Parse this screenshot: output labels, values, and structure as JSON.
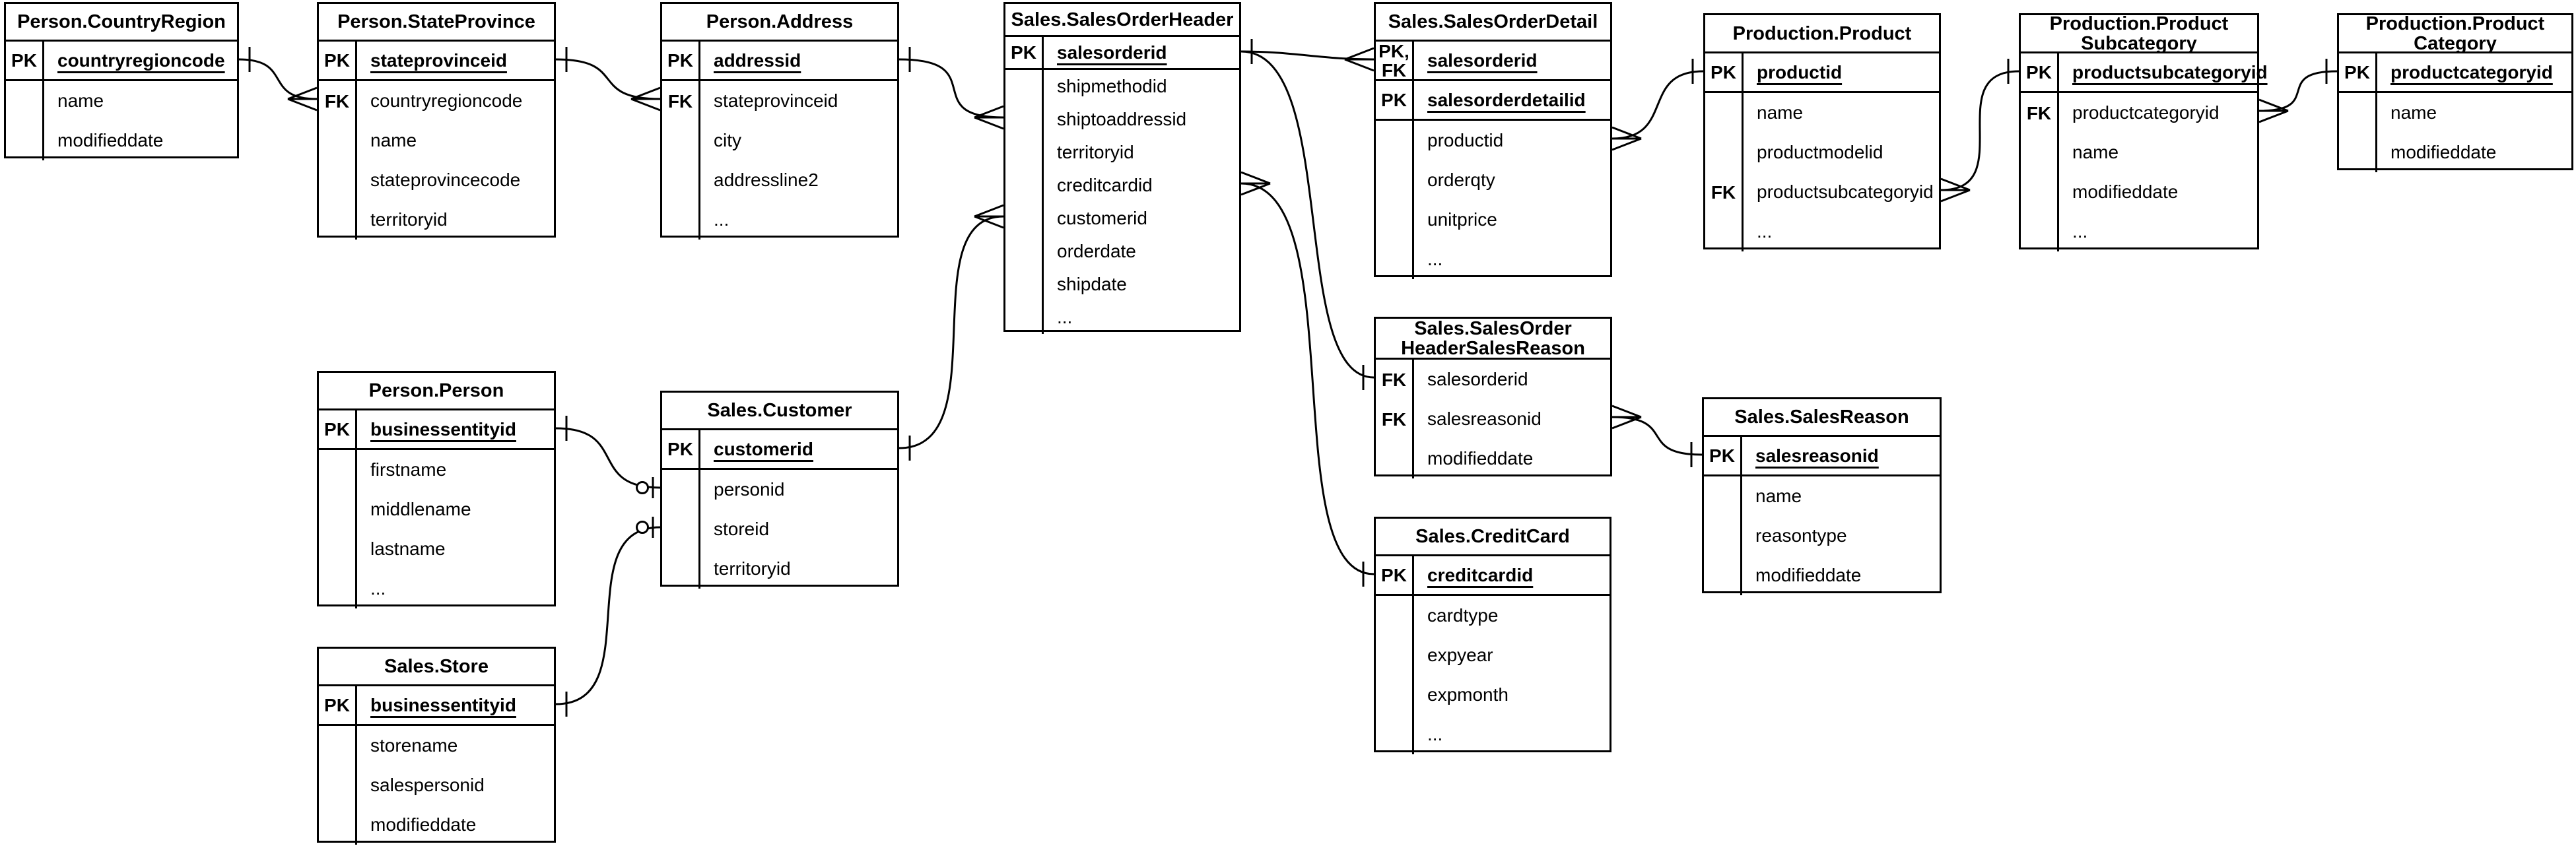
{
  "diagram": {
    "background_color": "#ffffff",
    "line_color": "#000000",
    "notation": "crows-foot",
    "entities": [
      {
        "id": "countryregion",
        "title": "Person.CountryRegion",
        "title_lines": [
          "Person.CountryRegion"
        ],
        "rows": [
          {
            "key": "PK",
            "name": "countryregioncode",
            "pk": true
          },
          {
            "key": "",
            "name": "name"
          },
          {
            "key": "",
            "name": "modifieddate"
          }
        ]
      },
      {
        "id": "stateprovince",
        "title": "Person.StateProvince",
        "title_lines": [
          "Person.StateProvince"
        ],
        "rows": [
          {
            "key": "PK",
            "name": "stateprovinceid",
            "pk": true
          },
          {
            "key": "FK",
            "name": "countryregioncode"
          },
          {
            "key": "",
            "name": "name"
          },
          {
            "key": "",
            "name": "stateprovincecode"
          },
          {
            "key": "",
            "name": "territoryid"
          }
        ]
      },
      {
        "id": "address",
        "title": "Person.Address",
        "title_lines": [
          "Person.Address"
        ],
        "rows": [
          {
            "key": "PK",
            "name": "addressid",
            "pk": true
          },
          {
            "key": "FK",
            "name": "stateprovinceid"
          },
          {
            "key": "",
            "name": "city"
          },
          {
            "key": "",
            "name": "addressline2"
          },
          {
            "key": "",
            "name": "..."
          }
        ]
      },
      {
        "id": "salesorderheader",
        "title": "Sales.SalesOrderHeader",
        "title_lines": [
          "Sales.SalesOrderHeader"
        ],
        "rows": [
          {
            "key": "PK",
            "name": "salesorderid",
            "pk": true
          },
          {
            "key": "",
            "name": "shipmethodid"
          },
          {
            "key": "",
            "name": "shiptoaddressid"
          },
          {
            "key": "",
            "name": "territoryid"
          },
          {
            "key": "",
            "name": "creditcardid"
          },
          {
            "key": "",
            "name": "customerid"
          },
          {
            "key": "",
            "name": "orderdate"
          },
          {
            "key": "",
            "name": "shipdate"
          },
          {
            "key": "",
            "name": "..."
          }
        ]
      },
      {
        "id": "salesorderdetail",
        "title": "Sales.SalesOrderDetail",
        "title_lines": [
          "Sales.SalesOrderDetail"
        ],
        "rows": [
          {
            "key": "PK,\nFK",
            "name": "salesorderid",
            "pk": true
          },
          {
            "key": "PK",
            "name": "salesorderdetailid",
            "pk": true
          },
          {
            "key": "",
            "name": "productid"
          },
          {
            "key": "",
            "name": "orderqty"
          },
          {
            "key": "",
            "name": "unitprice"
          },
          {
            "key": "",
            "name": "..."
          }
        ]
      },
      {
        "id": "product",
        "title": "Production.Product",
        "title_lines": [
          "Production.Product"
        ],
        "rows": [
          {
            "key": "PK",
            "name": "productid",
            "pk": true
          },
          {
            "key": "",
            "name": "name"
          },
          {
            "key": "",
            "name": "productmodelid"
          },
          {
            "key": "FK",
            "name": "productsubcategoryid"
          },
          {
            "key": "",
            "name": "..."
          }
        ]
      },
      {
        "id": "productsubcategory",
        "title": "Production.ProductSubcategory",
        "title_lines": [
          "Production.Product",
          "Subcategory"
        ],
        "rows": [
          {
            "key": "PK",
            "name": "productsubcategoryid",
            "pk": true
          },
          {
            "key": "FK",
            "name": "productcategoryid"
          },
          {
            "key": "",
            "name": "name"
          },
          {
            "key": "",
            "name": "modifieddate"
          },
          {
            "key": "",
            "name": "..."
          }
        ]
      },
      {
        "id": "productcategory",
        "title": "Production.ProductCategory",
        "title_lines": [
          "Production.Product",
          "Category"
        ],
        "rows": [
          {
            "key": "PK",
            "name": "productcategoryid",
            "pk": true
          },
          {
            "key": "",
            "name": "name"
          },
          {
            "key": "",
            "name": "modifieddate"
          }
        ]
      },
      {
        "id": "person",
        "title": "Person.Person",
        "title_lines": [
          "Person.Person"
        ],
        "rows": [
          {
            "key": "PK",
            "name": "businessentityid",
            "pk": true
          },
          {
            "key": "",
            "name": "firstname"
          },
          {
            "key": "",
            "name": "middlename"
          },
          {
            "key": "",
            "name": "lastname"
          },
          {
            "key": "",
            "name": "..."
          }
        ]
      },
      {
        "id": "customer",
        "title": "Sales.Customer",
        "title_lines": [
          "Sales.Customer"
        ],
        "rows": [
          {
            "key": "PK",
            "name": "customerid",
            "pk": true
          },
          {
            "key": "",
            "name": "personid"
          },
          {
            "key": "",
            "name": "storeid"
          },
          {
            "key": "",
            "name": "territoryid"
          }
        ]
      },
      {
        "id": "store",
        "title": "Sales.Store",
        "title_lines": [
          "Sales.Store"
        ],
        "rows": [
          {
            "key": "PK",
            "name": "businessentityid",
            "pk": true
          },
          {
            "key": "",
            "name": "storename"
          },
          {
            "key": "",
            "name": "salespersonid"
          },
          {
            "key": "",
            "name": "modifieddate"
          }
        ]
      },
      {
        "id": "salesorderheadersalesreason",
        "title": "Sales.SalesOrderHeaderSalesReason",
        "title_lines": [
          "Sales.SalesOrder",
          "HeaderSalesReason"
        ],
        "rows": [
          {
            "key": "FK",
            "name": "salesorderid"
          },
          {
            "key": "FK",
            "name": "salesreasonid"
          },
          {
            "key": "",
            "name": "modifieddate"
          }
        ]
      },
      {
        "id": "salesreason",
        "title": "Sales.SalesReason",
        "title_lines": [
          "Sales.SalesReason"
        ],
        "rows": [
          {
            "key": "PK",
            "name": "salesreasonid",
            "pk": true
          },
          {
            "key": "",
            "name": "name"
          },
          {
            "key": "",
            "name": "reasontype"
          },
          {
            "key": "",
            "name": "modifieddate"
          }
        ]
      },
      {
        "id": "creditcard",
        "title": "Sales.CreditCard",
        "title_lines": [
          "Sales.CreditCard"
        ],
        "rows": [
          {
            "key": "PK",
            "name": "creditcardid",
            "pk": true
          },
          {
            "key": "",
            "name": "cardtype"
          },
          {
            "key": "",
            "name": "expyear"
          },
          {
            "key": "",
            "name": "expmonth"
          },
          {
            "key": "",
            "name": "..."
          }
        ]
      }
    ],
    "relationships": [
      {
        "id": "r1",
        "from": "countryregion.countryregioncode",
        "to": "stateprovince.countryregioncode",
        "from_marker": "one",
        "to_marker": "many"
      },
      {
        "id": "r2",
        "from": "stateprovince.stateprovinceid",
        "to": "address.stateprovinceid",
        "from_marker": "one",
        "to_marker": "many"
      },
      {
        "id": "r3",
        "from": "address.addressid",
        "to": "salesorderheader.shiptoaddressid",
        "from_marker": "one",
        "to_marker": "many"
      },
      {
        "id": "r4",
        "from": "customer.customerid",
        "to": "salesorderheader.customerid",
        "from_marker": "one",
        "to_marker": "many"
      },
      {
        "id": "r5",
        "from": "salesorderheader.salesorderid",
        "to": "salesorderdetail.salesorderid",
        "from_marker": "one",
        "to_marker": "many"
      },
      {
        "id": "r6",
        "from": "salesorderheader.salesorderid",
        "to": "salesorderheadersalesreason.salesorderid",
        "from_marker": "none",
        "to_marker": "one"
      },
      {
        "id": "r7",
        "from": "salesorderheader.creditcardid",
        "to": "creditcard.creditcardid",
        "from_marker": "many",
        "to_marker": "one"
      },
      {
        "id": "r8",
        "from": "salesorderdetail.productid",
        "to": "product.productid",
        "from_marker": "many",
        "to_marker": "one"
      },
      {
        "id": "r9",
        "from": "product.productsubcategoryid",
        "to": "productsubcategory.productsubcategoryid",
        "from_marker": "many",
        "to_marker": "one"
      },
      {
        "id": "r10",
        "from": "productsubcategory.productcategoryid",
        "to": "productcategory.productcategoryid",
        "from_marker": "many",
        "to_marker": "one"
      },
      {
        "id": "r11",
        "from": "person.businessentityid",
        "to": "customer.personid",
        "from_marker": "one",
        "to_marker": "zero-or-one"
      },
      {
        "id": "r12",
        "from": "store.businessentityid",
        "to": "customer.storeid",
        "from_marker": "one",
        "to_marker": "zero-or-one"
      },
      {
        "id": "r13",
        "from": "salesorderheadersalesreason.salesreasonid",
        "to": "salesreason.salesreasonid",
        "from_marker": "many",
        "to_marker": "one"
      }
    ]
  }
}
